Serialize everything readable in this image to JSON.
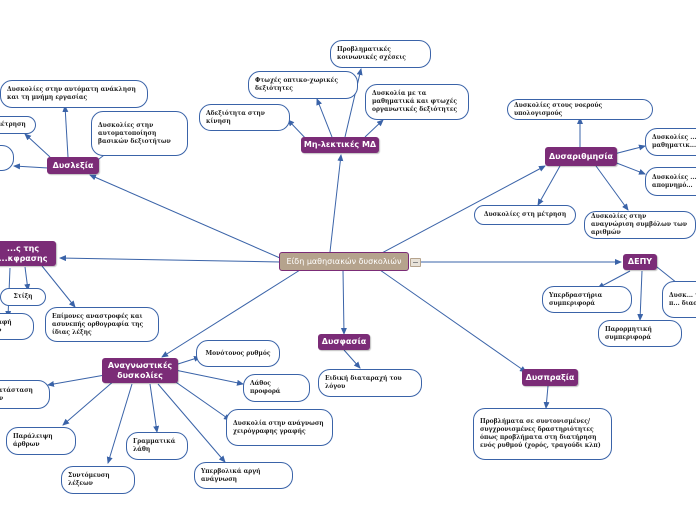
{
  "center": {
    "label": "Είδη μαθησιακών δυσκολιών"
  },
  "branches": {
    "nonverbal": {
      "label": "Μη-λεκτικές ΜΔ",
      "items": [
        "Φτωχές οπτικο-χωρικές δεξιότητες",
        "Προβληματικές κοινωνικές σχέσεις",
        "Αδεξιότητα στην κίνηση",
        "Δυσκολία με τα μαθηματικά και φτωχές οργανωτικές δεξιότητες"
      ]
    },
    "dyslexia": {
      "label": "Δυσλεξία",
      "items": [
        "Δυσκολίες στην αυτόματη ανάκληση και τη μνήμη εργασίας",
        "...μέτρηση",
        "Δυσκολίες στην αυτοματοποίηση βασικών δεξιοτήτων"
      ]
    },
    "dyscalculia": {
      "label": "Δυσαριθμησία",
      "items": [
        "Δυσκολίες στους νοερούς υπολογισμούς",
        "Δυσκολίες ... μαθηματικ...",
        "Δυσκολίες ... απομνημό...",
        "Δυσκολίες στη μέτρηση",
        "Δυσκολίες στην αναγνώριση συμβόλων των αριθμών"
      ]
    },
    "expression": {
      "label": "...ς της ...κφρασης",
      "items": [
        "Στίξη",
        "...ραφή ...ον",
        "Επίμονες αναστροφές και ασυνεπής ορθογραφία της ίδιας λέξης"
      ]
    },
    "adhd": {
      "label": "ΔΕΠΥ",
      "items": [
        "Υπερδραστήρια συμπεριφορά",
        "Παρορμητική συμπεριφορά",
        "Δυσκ... της π... διασπ..."
      ]
    },
    "reading": {
      "label": "Αναγνωστικές δυσκολίες",
      "items": [
        "Μονότονος ρυθμός",
        "Λάθος προφορά",
        "Δυσκολία στην ανάγνωση χειρόγραφης γραφής",
        "Υπερβολικά αργή ανάγνωση",
        "Συντόμευση λέξεων",
        "Γραμματικά λάθη",
        "Παράλειψη άρθρων",
        "...κατάσταση ...ων"
      ]
    },
    "dysphasia": {
      "label": "Δυσφασία",
      "items": [
        "Ειδική διαταραχή του λόγου"
      ]
    },
    "dyspraxia": {
      "label": "Δυσπραξία",
      "items": [
        "Προβλήματα σε συντονισμένες/ συγχρονισμένες δραστηριότητες όπως προβλήματα στη διατήρηση ενός ρυθμού (χορός, τραγούδι κλπ)"
      ]
    }
  },
  "colors": {
    "main": "#7b2c77",
    "center": "#b5a38d",
    "border": "#3a63a8",
    "line": "#3a63a8"
  }
}
